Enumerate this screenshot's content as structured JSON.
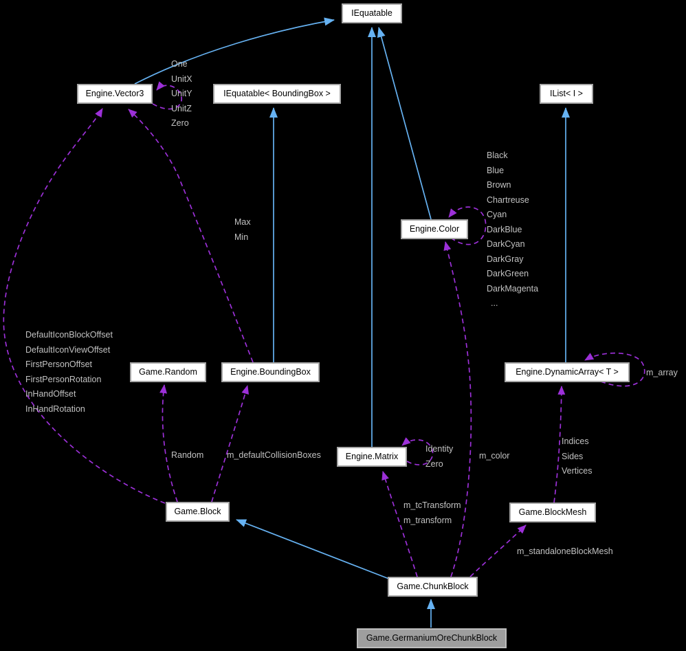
{
  "diagram": {
    "background": "#000000",
    "inheritance_color": "#66b2f2",
    "usage_color": "#9c30d8",
    "label_color": "#c2c2c2",
    "node_background": "#ffffff",
    "node_border": "#a6a6a6",
    "highlight_background": "#9e9e9e",
    "highlight_border": "#bdbdbd"
  },
  "nodes": {
    "iequatable": "IEquatable",
    "vector3": "Engine.Vector3",
    "iequatable_boundingbox": "IEquatable< BoundingBox >",
    "ilist": "IList< I >",
    "color": "Engine.Color",
    "random": "Game.Random",
    "boundingbox": "Engine.BoundingBox",
    "dynamicarray": "Engine.DynamicArray< T >",
    "matrix": "Engine.Matrix",
    "block": "Game.Block",
    "blockmesh": "Game.BlockMesh",
    "chunkblock": "Game.ChunkBlock",
    "germanium": "Game.GermaniumOreChunkBlock"
  },
  "edge_labels": {
    "vector3_self": [
      "One",
      "UnitX",
      "UnitY",
      "UnitZ",
      "Zero"
    ],
    "color_self": [
      "Black",
      "Blue",
      "Brown",
      "Chartreuse",
      "Cyan",
      "DarkBlue",
      "DarkCyan",
      "DarkGray",
      "DarkGreen",
      "DarkMagenta",
      "..."
    ],
    "matrix_self": [
      "Identity",
      "Zero"
    ],
    "dynamicarray_self": "m_array",
    "boundingbox_to_vector3": [
      "Max",
      "Min"
    ],
    "block_to_vector3": [
      "DefaultIconBlockOffset",
      "DefaultIconViewOffset",
      "FirstPersonOffset",
      "FirstPersonRotation",
      "InHandOffset",
      "InHandRotation"
    ],
    "block_to_random": "Random",
    "block_to_boundingbox": "m_defaultCollisionBoxes",
    "chunkblock_to_matrix": [
      "m_tcTransform",
      "m_transform"
    ],
    "chunkblock_to_color": "m_color",
    "chunkblock_to_blockmesh": "m_standaloneBlockMesh",
    "blockmesh_to_dynamicarray": [
      "Indices",
      "Sides",
      "Vertices"
    ]
  }
}
